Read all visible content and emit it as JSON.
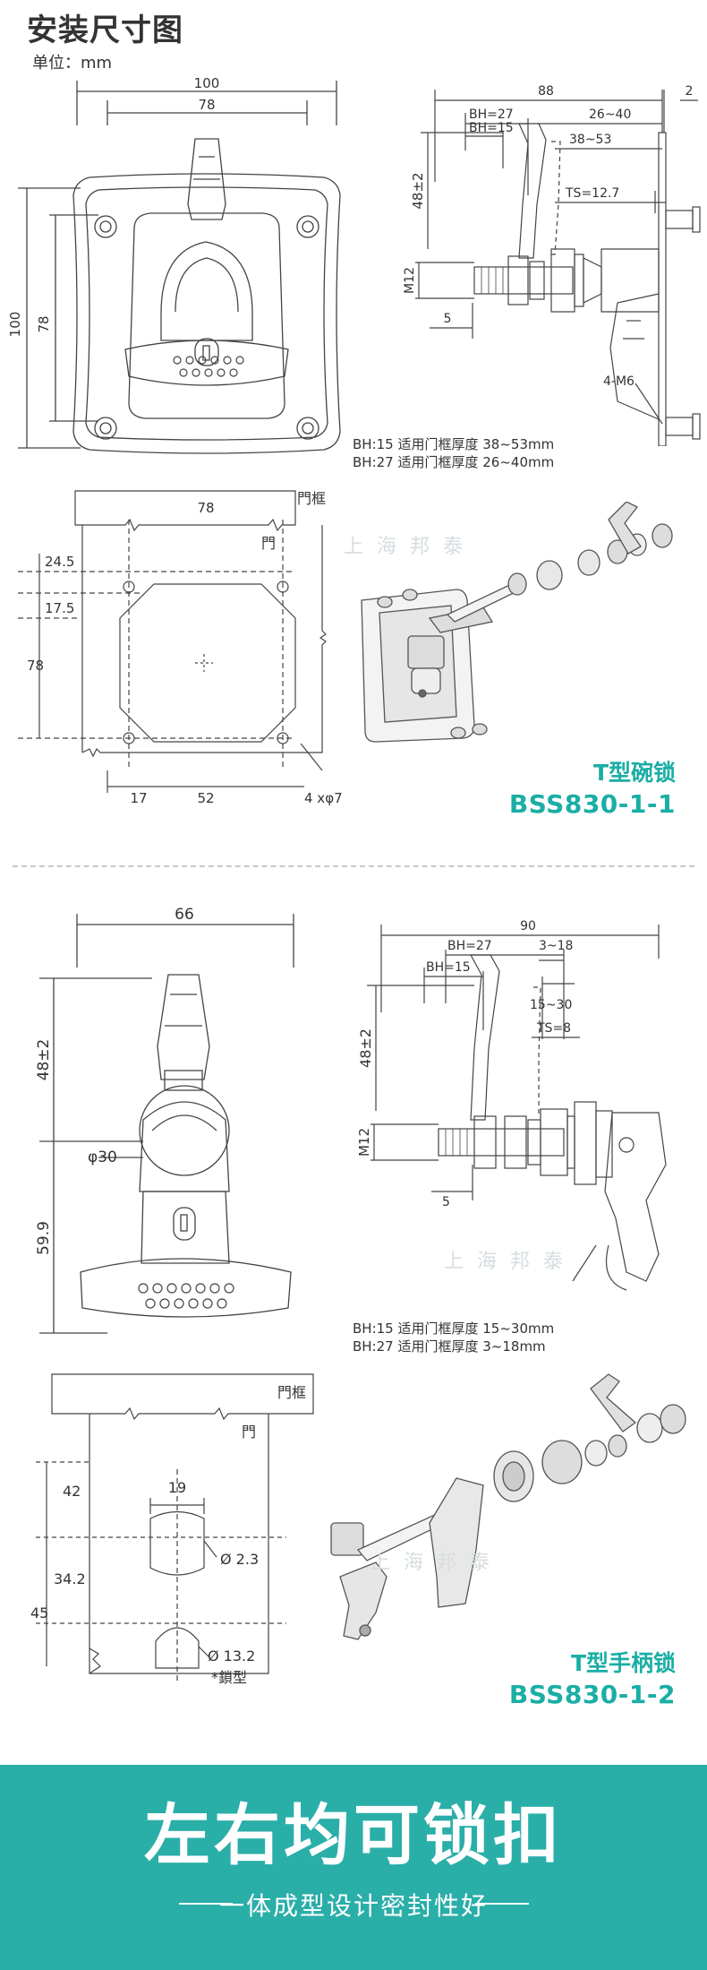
{
  "header": {
    "title": "安装尺寸图",
    "unit": "单位：mm"
  },
  "lock1": {
    "front": {
      "w_outer": "100",
      "w_inner": "78",
      "h_outer": "100",
      "h_inner": "78"
    },
    "side": {
      "d88": "88",
      "d2": "2",
      "bh27": "BH=27",
      "bh15": "BH=15",
      "r2640": "26~40",
      "r3853": "38~53",
      "h48": "48±2",
      "ts": "TS=12.7",
      "m12": "M12",
      "d5": "5",
      "m6": "4-M6"
    },
    "spec1": "BH:15  适用门框厚度  38~53mm",
    "spec2": "BH:27  适用门框厚度  26~40mm",
    "cutout": {
      "d78top": "78",
      "frame": "門框",
      "door": "門",
      "d245": "24.5",
      "d175": "17.5",
      "d78left": "78",
      "d17": "17",
      "d52": "52",
      "holes": "4 xφ7"
    },
    "title1": "T型碗锁",
    "title2": "BSS830-1-1"
  },
  "lock2": {
    "front": {
      "w66": "66",
      "h48": "48±2",
      "phi30": "φ30",
      "h599": "59.9"
    },
    "side": {
      "d90": "90",
      "bh27": "BH=27",
      "r318": "3~18",
      "bh15": "BH=15",
      "r1530": "15~30",
      "h48": "48±2",
      "ts": "TS=8",
      "m12": "M12",
      "d5": "5"
    },
    "spec1": "BH:15  适用门框厚度  15~30mm",
    "spec2": "BH:27  适用门框厚度  3~18mm",
    "cutout": {
      "frame": "門框",
      "door": "門",
      "d42": "42",
      "d19": "19",
      "phi23": "Ø 2.3",
      "d342": "34.2",
      "d45": "45",
      "phi132": "Ø 13.2",
      "locktype": "*鎖型"
    },
    "title1": "T型手柄锁",
    "title2": "BSS830-1-2"
  },
  "watermark": "上 海 邦 泰",
  "banner": {
    "main": "左右均可锁扣",
    "sub": "一体成型设计密封性好"
  },
  "colors": {
    "accent": "#1aaea5",
    "banner": "#2aaea8",
    "line": "#444444"
  }
}
